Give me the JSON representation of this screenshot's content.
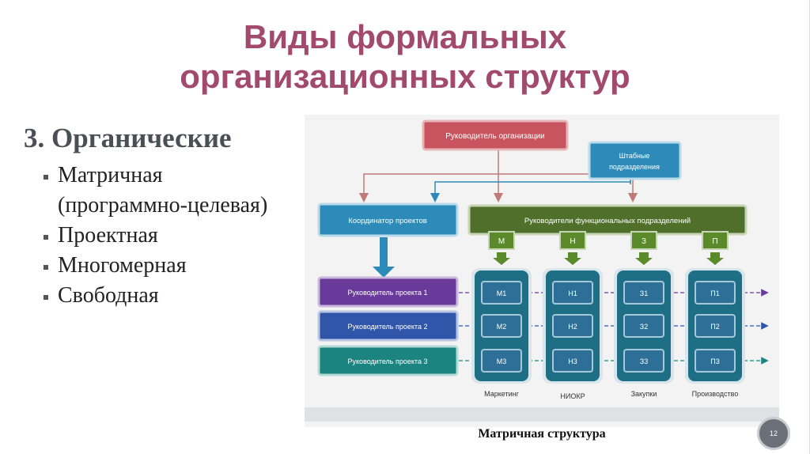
{
  "title": {
    "line1": "Виды формальных",
    "line2": "организационных структур"
  },
  "subtitle": "3. Органические",
  "bullets": [
    "Матричная (программно-целевая)",
    "Проектная",
    "Многомерная",
    "Свободная"
  ],
  "diagram": {
    "head": "Руководитель организации",
    "staff": "Штабные подразделения",
    "coordinator": "Координатор проектов",
    "functional_heads": "Руководители функциональных подразделений",
    "projects": [
      "Руководитель проекта 1",
      "Руководитель проекта 2",
      "Руководитель проекта 3"
    ],
    "departments": [
      {
        "code": "М",
        "name": "Маркетинг",
        "cells": [
          "М1",
          "М2",
          "М3"
        ]
      },
      {
        "code": "Н",
        "name": "НИОКР",
        "cells": [
          "Н1",
          "Н2",
          "Н3"
        ]
      },
      {
        "code": "З",
        "name": "Закупки",
        "cells": [
          "З1",
          "З2",
          "З3"
        ]
      },
      {
        "code": "П",
        "name": "Производство",
        "cells": [
          "П1",
          "П2",
          "П3"
        ]
      }
    ],
    "colors": {
      "head": "#c8545f",
      "staff": "#2c8bb8",
      "coordinator": "#2c8bb8",
      "functional": "#4f6f2b",
      "project1": "#6a3a9a",
      "project2": "#2f56a8",
      "project3": "#1c8480",
      "column": "#1e6f86",
      "cell": "#2d6f96",
      "arrow_red": "#c07a7a"
    }
  },
  "caption": "Матричная структура",
  "page_number": "12"
}
